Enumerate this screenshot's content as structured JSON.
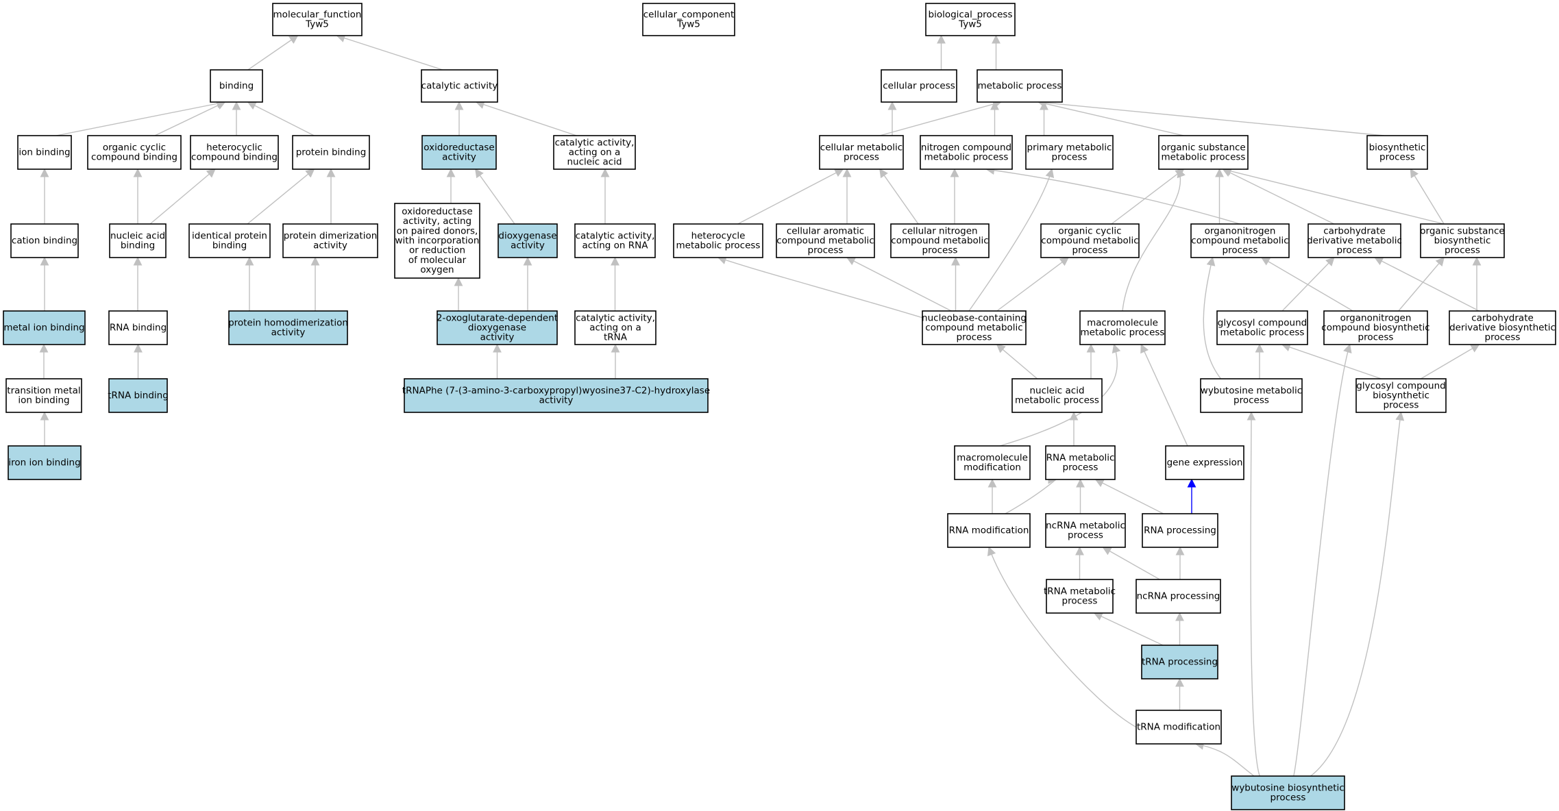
{
  "colors": {
    "highlight": "#add8e6",
    "plain": "#ffffff",
    "edge": "#c0c0c0",
    "edge_highlight": "#0000ff",
    "border": "#000000"
  },
  "nodes": [
    {
      "id": "mf",
      "lines": [
        "molecular_function",
        "Tyw5"
      ],
      "highlight": false
    },
    {
      "id": "cc",
      "lines": [
        "cellular_component",
        "Tyw5"
      ],
      "highlight": false
    },
    {
      "id": "bp",
      "lines": [
        "biological_process",
        "Tyw5"
      ],
      "highlight": false
    },
    {
      "id": "binding",
      "lines": [
        "binding"
      ],
      "highlight": false
    },
    {
      "id": "cat",
      "lines": [
        "catalytic activity"
      ],
      "highlight": false
    },
    {
      "id": "cellproc",
      "lines": [
        "cellular process"
      ],
      "highlight": false
    },
    {
      "id": "metproc",
      "lines": [
        "metabolic process"
      ],
      "highlight": false
    },
    {
      "id": "ionb",
      "lines": [
        "ion binding"
      ],
      "highlight": false
    },
    {
      "id": "orgcyc",
      "lines": [
        "organic cyclic",
        "compound binding"
      ],
      "highlight": false
    },
    {
      "id": "hetcyc",
      "lines": [
        "heterocyclic",
        "compound binding"
      ],
      "highlight": false
    },
    {
      "id": "protb",
      "lines": [
        "protein binding"
      ],
      "highlight": false
    },
    {
      "id": "oxred",
      "lines": [
        "oxidoreductase",
        "activity"
      ],
      "highlight": true
    },
    {
      "id": "catnuc",
      "lines": [
        "catalytic activity,",
        "acting on a",
        "nucleic acid"
      ],
      "highlight": false
    },
    {
      "id": "cellmet",
      "lines": [
        "cellular metabolic",
        "process"
      ],
      "highlight": false
    },
    {
      "id": "nitmet",
      "lines": [
        "nitrogen compound",
        "metabolic process"
      ],
      "highlight": false
    },
    {
      "id": "primmet",
      "lines": [
        "primary metabolic",
        "process"
      ],
      "highlight": false
    },
    {
      "id": "orgsub",
      "lines": [
        "organic substance",
        "metabolic process"
      ],
      "highlight": false
    },
    {
      "id": "biosyn",
      "lines": [
        "biosynthetic",
        "process"
      ],
      "highlight": false
    },
    {
      "id": "cationb",
      "lines": [
        "cation binding"
      ],
      "highlight": false
    },
    {
      "id": "nucacidb",
      "lines": [
        "nucleic acid",
        "binding"
      ],
      "highlight": false
    },
    {
      "id": "identprot",
      "lines": [
        "identical protein",
        "binding"
      ],
      "highlight": false
    },
    {
      "id": "protdimer",
      "lines": [
        "protein dimerization",
        "activity"
      ],
      "highlight": false
    },
    {
      "id": "oxpaired",
      "lines": [
        "oxidoreductase",
        "activity, acting",
        "on paired donors,",
        "with incorporation",
        "or reduction",
        "of molecular",
        "oxygen"
      ],
      "highlight": false
    },
    {
      "id": "dioxy",
      "lines": [
        "dioxygenase",
        "activity"
      ],
      "highlight": true
    },
    {
      "id": "catrna",
      "lines": [
        "catalytic activity,",
        "acting on RNA"
      ],
      "highlight": false
    },
    {
      "id": "hetmet",
      "lines": [
        "heterocycle",
        "metabolic process"
      ],
      "highlight": false
    },
    {
      "id": "cellarom",
      "lines": [
        "cellular aromatic",
        "compound metabolic",
        "process"
      ],
      "highlight": false
    },
    {
      "id": "cellnit",
      "lines": [
        "cellular nitrogen",
        "compound metabolic",
        "process"
      ],
      "highlight": false
    },
    {
      "id": "orgcycmet",
      "lines": [
        "organic cyclic",
        "compound metabolic",
        "process"
      ],
      "highlight": false
    },
    {
      "id": "orgnitmet",
      "lines": [
        "organonitrogen",
        "compound metabolic",
        "process"
      ],
      "highlight": false
    },
    {
      "id": "carbderiv",
      "lines": [
        "carbohydrate",
        "derivative metabolic",
        "process"
      ],
      "highlight": false
    },
    {
      "id": "orgsubbio",
      "lines": [
        "organic substance",
        "biosynthetic",
        "process"
      ],
      "highlight": false
    },
    {
      "id": "metionb",
      "lines": [
        "metal ion binding"
      ],
      "highlight": true
    },
    {
      "id": "rnab",
      "lines": [
        "RNA binding"
      ],
      "highlight": false
    },
    {
      "id": "prothomo",
      "lines": [
        "protein homodimerization",
        "activity"
      ],
      "highlight": true
    },
    {
      "id": "oxoglut",
      "lines": [
        "2-oxoglutarate-dependent",
        "dioxygenase",
        "activity"
      ],
      "highlight": true
    },
    {
      "id": "cattrna",
      "lines": [
        "catalytic activity,",
        "acting on a",
        "tRNA"
      ],
      "highlight": false
    },
    {
      "id": "nucbase",
      "lines": [
        "nucleobase-containing",
        "compound metabolic",
        "process"
      ],
      "highlight": false
    },
    {
      "id": "macromet",
      "lines": [
        "macromolecule",
        "metabolic process"
      ],
      "highlight": false
    },
    {
      "id": "glycmet",
      "lines": [
        "glycosyl compound",
        "metabolic process"
      ],
      "highlight": false
    },
    {
      "id": "orgnitbio",
      "lines": [
        "organonitrogen",
        "compound biosynthetic",
        "process"
      ],
      "highlight": false
    },
    {
      "id": "carbbio",
      "lines": [
        "carbohydrate",
        "derivative biosynthetic",
        "process"
      ],
      "highlight": false
    },
    {
      "id": "transmet",
      "lines": [
        "transition metal",
        "ion binding"
      ],
      "highlight": false
    },
    {
      "id": "trnab",
      "lines": [
        "tRNA binding"
      ],
      "highlight": true
    },
    {
      "id": "trnaphe",
      "lines": [
        "tRNAPhe (7-(3-amino-3-carboxypropyl)wyosine37-C2)-hydroxylase",
        "activity"
      ],
      "highlight": true
    },
    {
      "id": "nucacidmet",
      "lines": [
        "nucleic acid",
        "metabolic process"
      ],
      "highlight": false
    },
    {
      "id": "wybmet",
      "lines": [
        "wybutosine metabolic",
        "process"
      ],
      "highlight": false
    },
    {
      "id": "glycbio",
      "lines": [
        "glycosyl compound",
        "biosynthetic",
        "process"
      ],
      "highlight": false
    },
    {
      "id": "ironb",
      "lines": [
        "iron ion binding"
      ],
      "highlight": true
    },
    {
      "id": "macromod",
      "lines": [
        "macromolecule",
        "modification"
      ],
      "highlight": false
    },
    {
      "id": "rnamet",
      "lines": [
        "RNA metabolic",
        "process"
      ],
      "highlight": false
    },
    {
      "id": "geneexp",
      "lines": [
        "gene expression"
      ],
      "highlight": false
    },
    {
      "id": "rnamod",
      "lines": [
        "RNA modification"
      ],
      "highlight": false
    },
    {
      "id": "ncrnamet",
      "lines": [
        "ncRNA metabolic",
        "process"
      ],
      "highlight": false
    },
    {
      "id": "rnaproc",
      "lines": [
        "RNA processing"
      ],
      "highlight": false
    },
    {
      "id": "trnamet",
      "lines": [
        "tRNA metabolic",
        "process"
      ],
      "highlight": false
    },
    {
      "id": "ncrnaproc",
      "lines": [
        "ncRNA processing"
      ],
      "highlight": false
    },
    {
      "id": "trnaproc",
      "lines": [
        "tRNA processing"
      ],
      "highlight": true
    },
    {
      "id": "trnamod",
      "lines": [
        "tRNA modification"
      ],
      "highlight": false
    },
    {
      "id": "wybbio",
      "lines": [
        "wybutosine biosynthetic",
        "process"
      ],
      "highlight": true
    }
  ],
  "edges": [
    [
      "binding",
      "mf"
    ],
    [
      "cat",
      "mf"
    ],
    [
      "cellproc",
      "bp"
    ],
    [
      "metproc",
      "bp"
    ],
    [
      "ionb",
      "binding"
    ],
    [
      "orgcyc",
      "binding"
    ],
    [
      "hetcyc",
      "binding"
    ],
    [
      "protb",
      "binding"
    ],
    [
      "oxred",
      "cat"
    ],
    [
      "catnuc",
      "cat"
    ],
    [
      "cellmet",
      "metproc"
    ],
    [
      "nitmet",
      "metproc"
    ],
    [
      "primmet",
      "metproc"
    ],
    [
      "orgsub",
      "metproc"
    ],
    [
      "biosyn",
      "metproc"
    ],
    [
      "cellmet",
      "cellproc"
    ],
    [
      "cationb",
      "ionb"
    ],
    [
      "nucacidb",
      "orgcyc"
    ],
    [
      "nucacidb",
      "hetcyc"
    ],
    [
      "identprot",
      "protb"
    ],
    [
      "protdimer",
      "protb"
    ],
    [
      "oxpaired",
      "oxred"
    ],
    [
      "dioxy",
      "oxred"
    ],
    [
      "catrna",
      "catnuc"
    ],
    [
      "hetmet",
      "cellmet"
    ],
    [
      "cellarom",
      "cellmet"
    ],
    [
      "cellnit",
      "cellmet"
    ],
    [
      "cellnit",
      "nitmet"
    ],
    [
      "orgcycmet",
      "orgsub"
    ],
    [
      "orgnitmet",
      "nitmet"
    ],
    [
      "orgnitmet",
      "orgsub"
    ],
    [
      "carbderiv",
      "orgsub"
    ],
    [
      "orgsubbio",
      "orgsub"
    ],
    [
      "orgsubbio",
      "biosyn"
    ],
    [
      "metionb",
      "cationb"
    ],
    [
      "rnab",
      "nucacidb"
    ],
    [
      "prothomo",
      "identprot"
    ],
    [
      "prothomo",
      "protdimer"
    ],
    [
      "oxoglut",
      "oxpaired"
    ],
    [
      "oxoglut",
      "dioxy"
    ],
    [
      "cattrna",
      "catrna"
    ],
    [
      "nucbase",
      "hetmet"
    ],
    [
      "nucbase",
      "cellarom"
    ],
    [
      "nucbase",
      "cellnit"
    ],
    [
      "nucbase",
      "orgcycmet"
    ],
    [
      "nucbase",
      "primmet"
    ],
    [
      "macromet",
      "orgsub"
    ],
    [
      "glycmet",
      "carbderiv"
    ],
    [
      "orgnitbio",
      "orgnitmet"
    ],
    [
      "orgnitbio",
      "orgsubbio"
    ],
    [
      "carbbio",
      "carbderiv"
    ],
    [
      "carbbio",
      "orgsubbio"
    ],
    [
      "transmet",
      "metionb"
    ],
    [
      "trnab",
      "rnab"
    ],
    [
      "trnaphe",
      "oxoglut"
    ],
    [
      "trnaphe",
      "cattrna"
    ],
    [
      "nucacidmet",
      "nucbase"
    ],
    [
      "nucacidmet",
      "macromet"
    ],
    [
      "wybmet",
      "glycmet"
    ],
    [
      "wybmet",
      "orgnitmet"
    ],
    [
      "glycbio",
      "glycmet"
    ],
    [
      "glycbio",
      "carbbio"
    ],
    [
      "ironb",
      "transmet"
    ],
    [
      "macromod",
      "macromet"
    ],
    [
      "rnamet",
      "nucacidmet"
    ],
    [
      "geneexp",
      "macromet"
    ],
    [
      "rnamod",
      "macromod"
    ],
    [
      "rnamod",
      "rnamet"
    ],
    [
      "ncrnamet",
      "rnamet"
    ],
    [
      "rnaproc",
      "rnamet"
    ],
    [
      "rnaproc",
      "geneexp",
      "blue"
    ],
    [
      "trnamet",
      "ncrnamet"
    ],
    [
      "ncrnaproc",
      "ncrnamet"
    ],
    [
      "ncrnaproc",
      "rnaproc"
    ],
    [
      "trnaproc",
      "trnamet"
    ],
    [
      "trnaproc",
      "ncrnaproc"
    ],
    [
      "trnamod",
      "rnamod"
    ],
    [
      "trnamod",
      "trnaproc"
    ],
    [
      "wybbio",
      "trnamod"
    ],
    [
      "wybbio",
      "wybmet"
    ],
    [
      "wybbio",
      "orgnitbio"
    ],
    [
      "wybbio",
      "glycbio"
    ]
  ]
}
